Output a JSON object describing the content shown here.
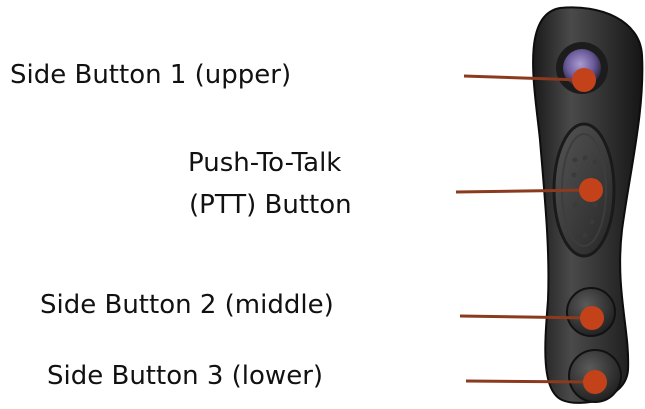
{
  "labels": {
    "side_button_1": "Side Button 1 (upper)",
    "ptt_line1": "Push-To-Talk",
    "ptt_line2": "(PTT) Button",
    "side_button_2": "Side Button 2 (middle)",
    "side_button_3": "Side Button 3 (lower)"
  },
  "colors": {
    "leader_line": "#8b3a1e",
    "button_dot": "#c4421a",
    "device_body": "#2b2b2b"
  }
}
